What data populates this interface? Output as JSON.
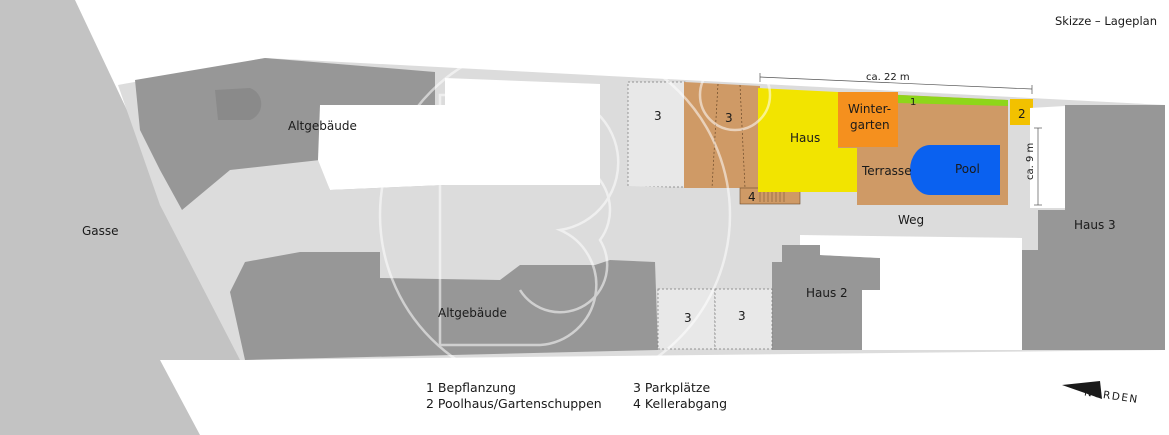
{
  "title": "Skizze – Lageplan",
  "labels": {
    "gasse": "Gasse",
    "altgebaeude_top": "Altgebäude",
    "altgebaeude_bottom": "Altgebäude",
    "haus": "Haus",
    "wintergarten_line1": "Winter-",
    "wintergarten_line2": "garten",
    "terrasse": "Terrasse",
    "pool": "Pool",
    "weg": "Weg",
    "haus2": "Haus 2",
    "haus3": "Haus 3",
    "marker_3a": "3",
    "marker_3b": "3",
    "marker_3c": "3",
    "marker_3d": "3",
    "marker_1": "1",
    "marker_2": "2",
    "marker_4": "4"
  },
  "dimensions": {
    "width_label": "ca. 22 m",
    "depth_label": "ca. 9 m"
  },
  "legend": {
    "col1": [
      "1 Bepflanzung",
      "2 Poolhaus/Gartenschuppen"
    ],
    "col2": [
      "3 Parkplätze",
      "4 Kellerabgang"
    ]
  },
  "north": {
    "label": "NORDEN"
  },
  "colors": {
    "street": "#c3c3c3",
    "building": "#979797",
    "path": "#dcdcdc",
    "parking": "#e8e8e8",
    "parcel_brown": "#cf9a66",
    "house_yellow": "#f2e400",
    "wintergarden_orange": "#f5901e",
    "planting_green": "#8ed61a",
    "shed_yellow": "#f2c100",
    "pool_blue": "#0a61f0",
    "watermark": "#ffffff"
  }
}
